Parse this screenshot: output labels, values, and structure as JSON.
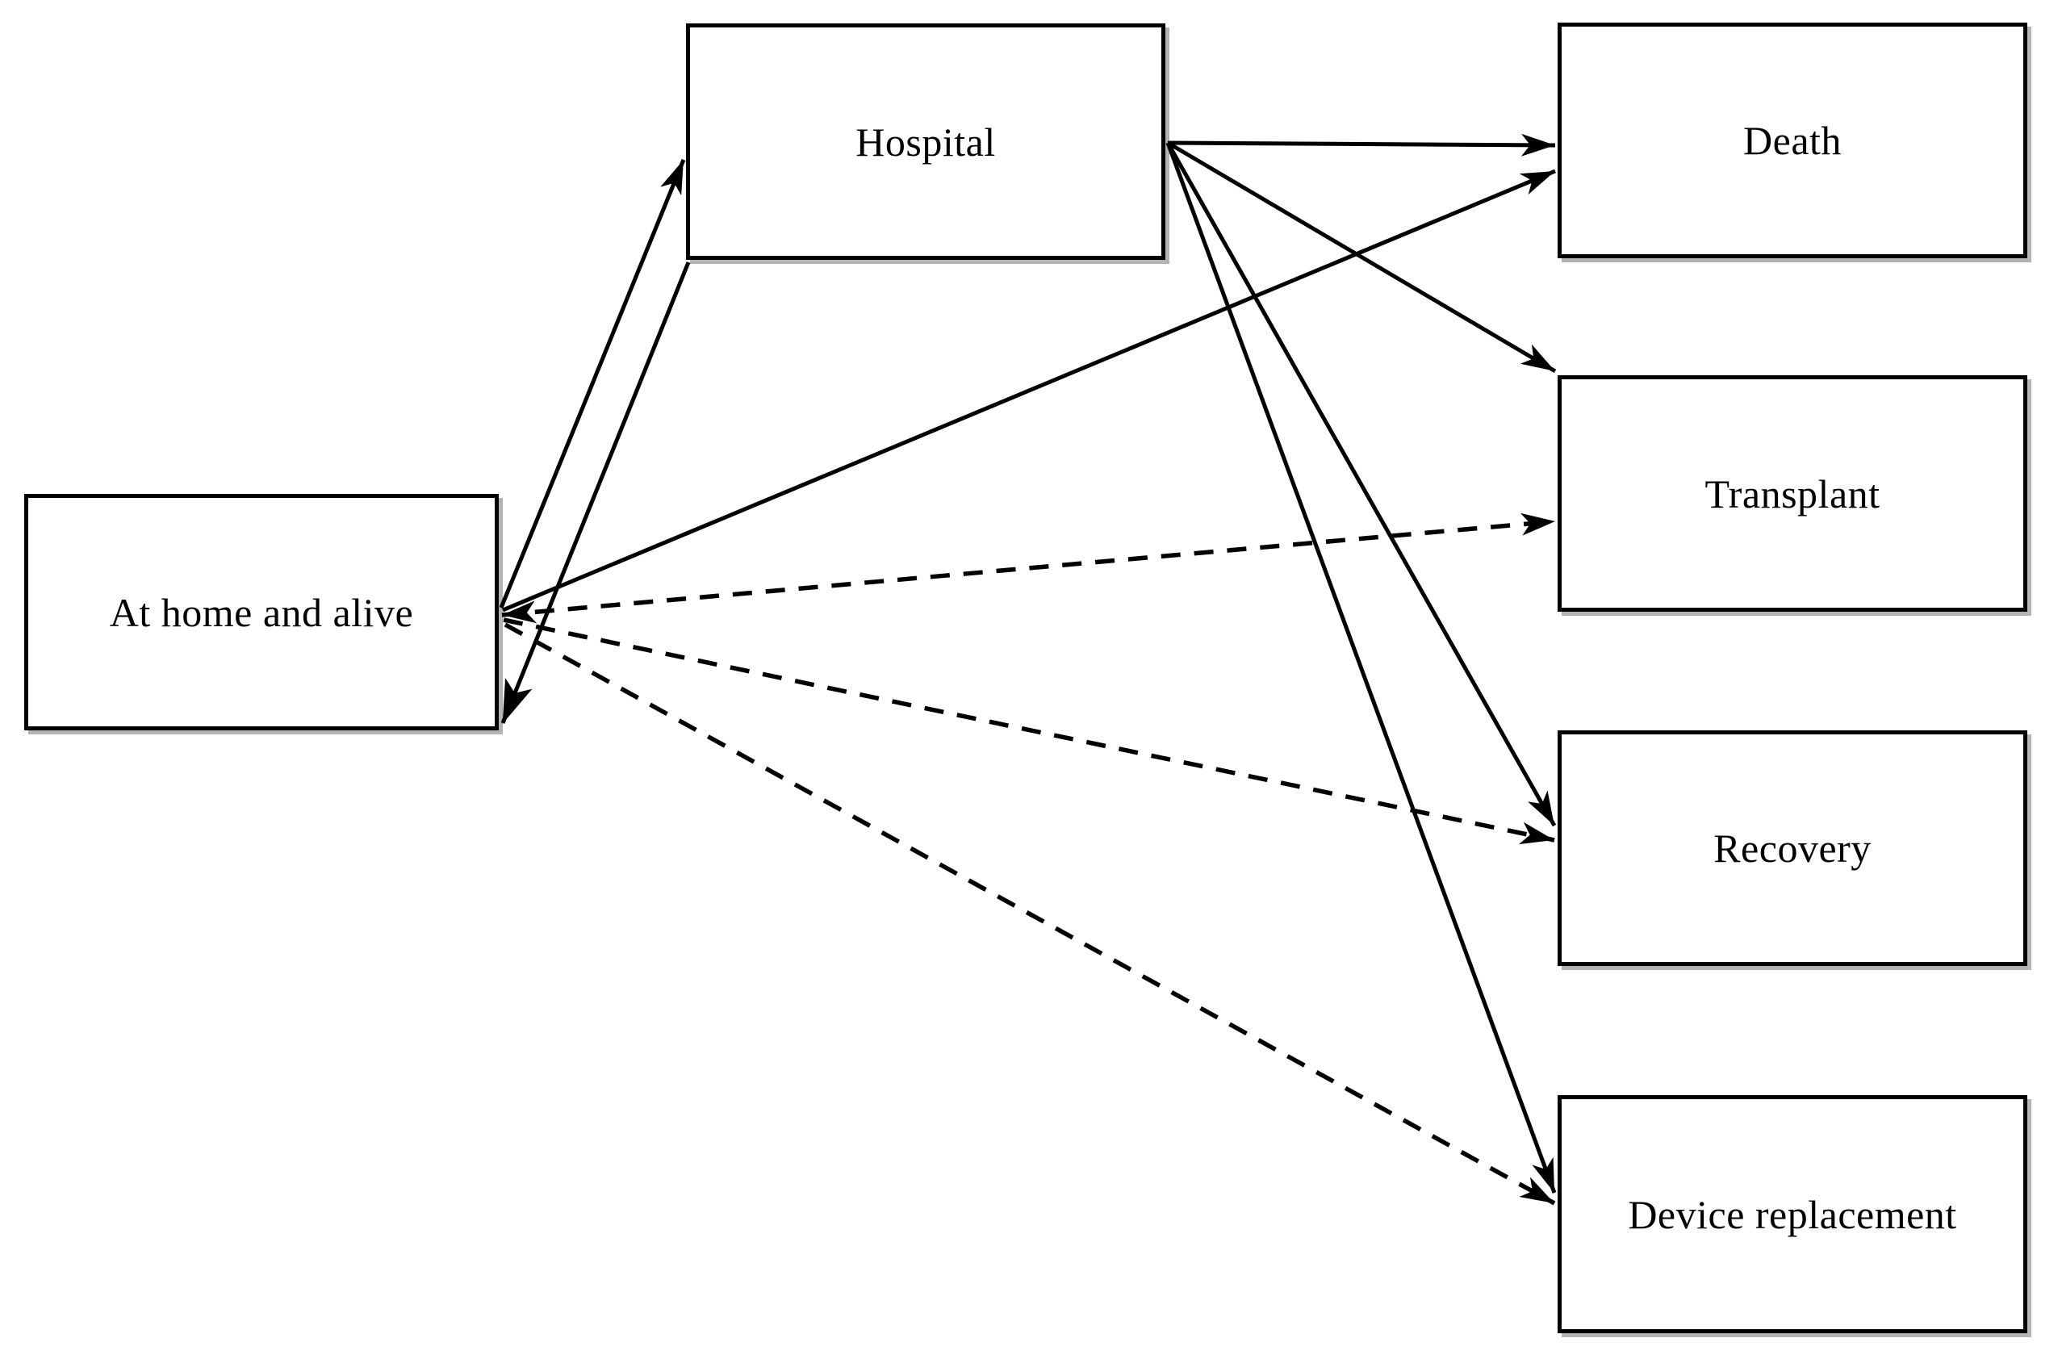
{
  "figure": {
    "type": "state-transition-diagram",
    "background_color": "#ffffff",
    "line_color": "#000000",
    "box_border_color": "#000000",
    "box_fill_color": "#ffffff",
    "box_shadow_color": "#b3b3b3",
    "nodes": [
      {
        "id": "at_home",
        "label": "At home and alive"
      },
      {
        "id": "hospital",
        "label": "Hospital"
      },
      {
        "id": "death",
        "label": "Death"
      },
      {
        "id": "transplant",
        "label": "Transplant"
      },
      {
        "id": "recovery",
        "label": "Recovery"
      },
      {
        "id": "device_replacement",
        "label": "Device replacement"
      }
    ],
    "edges": [
      {
        "from": "at_home",
        "to": "hospital",
        "style": "solid"
      },
      {
        "from": "hospital",
        "to": "at_home",
        "style": "solid"
      },
      {
        "from": "at_home",
        "to": "death",
        "style": "solid"
      },
      {
        "from": "hospital",
        "to": "death",
        "style": "solid"
      },
      {
        "from": "hospital",
        "to": "transplant",
        "style": "solid"
      },
      {
        "from": "hospital",
        "to": "recovery",
        "style": "solid"
      },
      {
        "from": "hospital",
        "to": "device_replacement",
        "style": "solid"
      },
      {
        "from": "at_home",
        "to": "transplant",
        "style": "dashed",
        "arrowheads": "both"
      },
      {
        "from": "at_home",
        "to": "recovery",
        "style": "dashed"
      },
      {
        "from": "at_home",
        "to": "device_replacement",
        "style": "dashed"
      }
    ]
  }
}
